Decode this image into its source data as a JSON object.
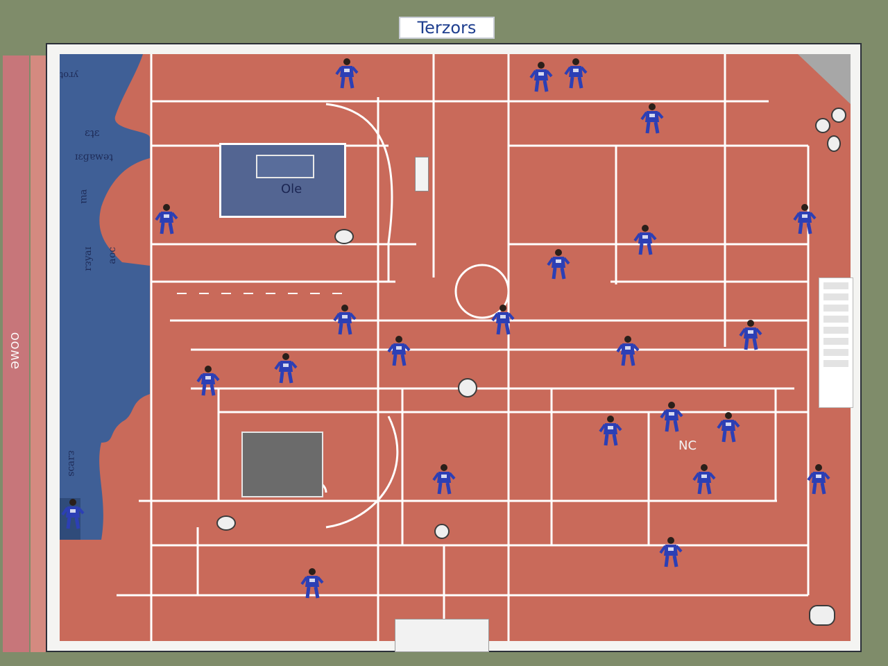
{
  "title": "Terzors",
  "side_strip_label": "ƏWOO",
  "colors": {
    "grass": "#7f8c6a",
    "track": "#c96a5a",
    "blue_zone": "#3f5f96",
    "player_kit": "#2c3fb5",
    "lines": "#ffffff"
  },
  "court_labels": {
    "top_box": "Ole",
    "right_marks": "NC"
  },
  "zone_labels": [
    "ɛʇɛ",
    "ɪɛɡɐwǝʇ",
    "ɐɯ",
    "ɔoɐ",
    "ɪɐʎɛɹ",
    "ɛɹɐɔs",
    "ʇoɹʎ"
  ],
  "players_count": 24
}
